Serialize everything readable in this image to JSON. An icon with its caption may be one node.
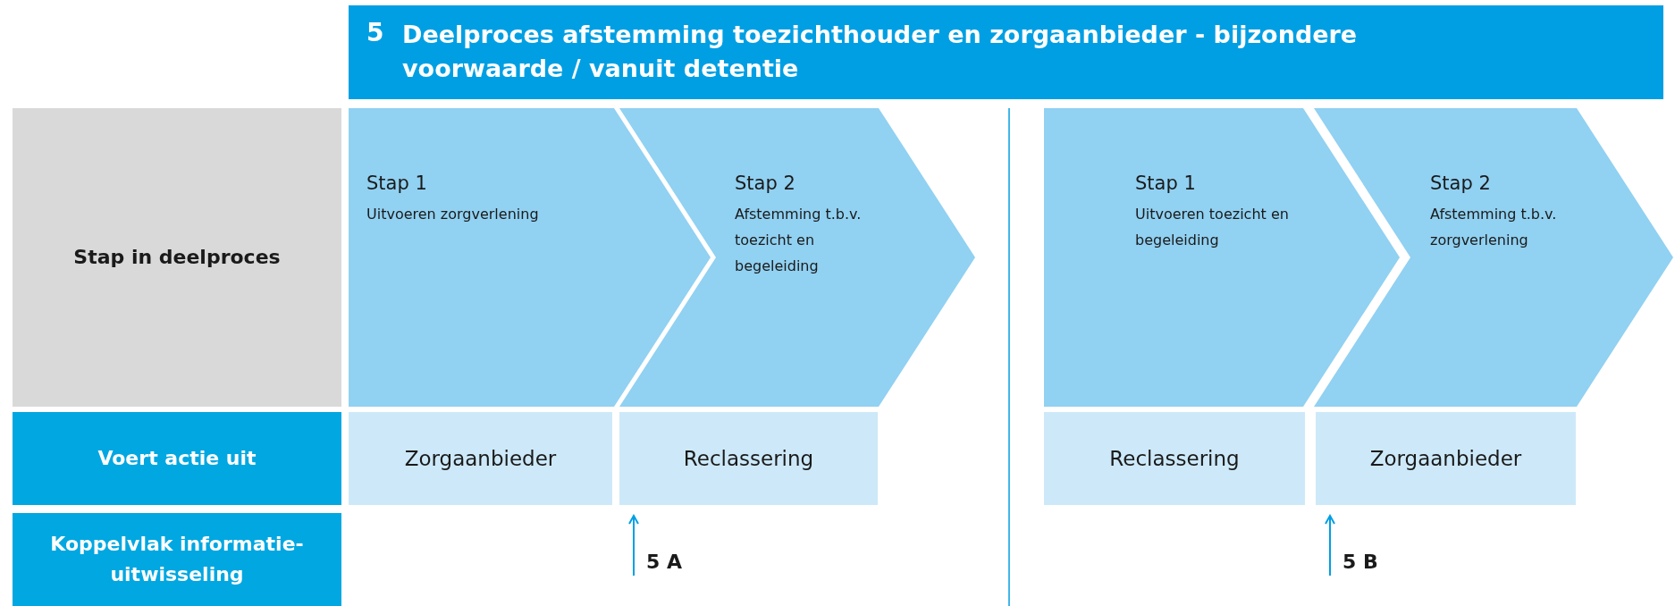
{
  "diagram": {
    "nodes": [
      {
        "text": [
          "5",
          "Deelproces afstemming toezichthouder en zorgaanbieder - bijzondere voorwaarde / vanuit detentie"
        ]
      },
      {
        "text": [
          "Stap in deelproces"
        ]
      },
      {
        "text": [
          "Voert actie uit"
        ]
      },
      {
        "text": [
          "Koppelvlak informatie-uitwisseling"
        ]
      },
      {
        "text": [
          "Stap 1",
          "Uitvoeren zorgverlening"
        ]
      },
      {
        "text": [
          "Stap 2",
          "Afstemming t.b.v. toezicht en begeleiding"
        ]
      },
      {
        "text": [
          "Stap 1",
          "Uitvoeren toezicht en begeleiding"
        ]
      },
      {
        "text": [
          "Stap 2",
          "Afstemming t.b.v. zorgverlening"
        ]
      },
      {
        "text": [
          "Zorgaanbieder"
        ]
      },
      {
        "text": [
          "Reclassering"
        ]
      },
      {
        "text": [
          "Reclassering"
        ]
      },
      {
        "text": [
          "Zorgaanbieder"
        ]
      }
    ],
    "edges": [
      {
        "from": null,
        "to": 9,
        "arrow": "to",
        "label": "5 A"
      },
      {
        "from": null,
        "to": 11,
        "arrow": "to",
        "label": "5 B"
      }
    ]
  }
}
